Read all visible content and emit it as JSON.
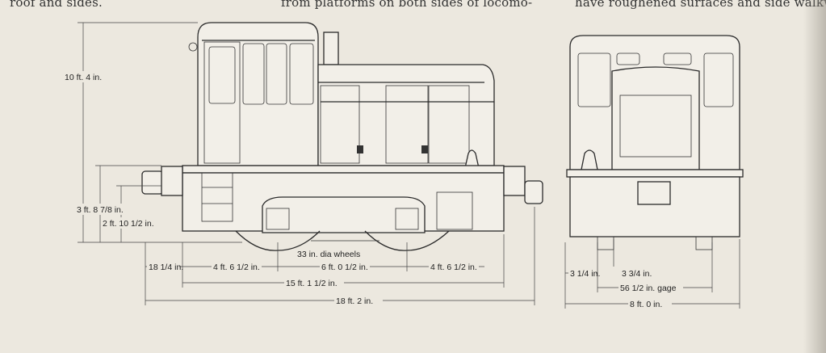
{
  "text_snippets": {
    "left": "roof and sides.",
    "middle": "from platforms on both sides of locomo-",
    "right": "have roughened surfaces and side walkways"
  },
  "dimensions": {
    "height_total": "10 ft. 4 in.",
    "height_buffer": "3 ft. 8 7/8 in.",
    "height_axle": "2 ft. 10 1/2 in.",
    "wheels": "33 in. dia wheels",
    "front_overhang": "18 1/4 in.",
    "rear_section": "4 ft. 6 1/2 in.",
    "wheelbase": "6 ft. 0 1/2 in.",
    "front_section": "4 ft. 6 1/2 in.",
    "frame_length": "15 ft. 1 1/2 in.",
    "overall_length": "18 ft. 2 in.",
    "wheel_offset": "3 1/4 in.",
    "rail_height": "3 3/4 in.",
    "gage": "56 1/2 in. gage",
    "overall_width": "8 ft. 0 in."
  }
}
